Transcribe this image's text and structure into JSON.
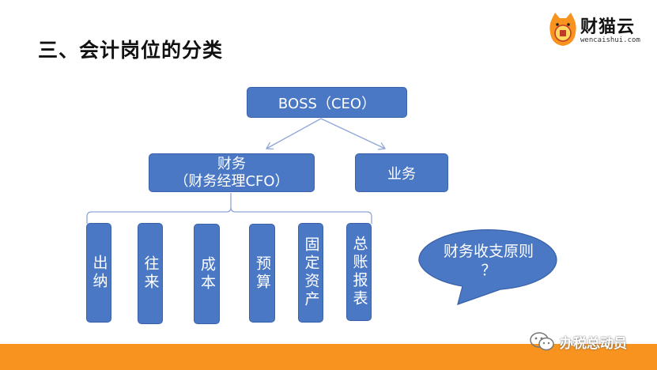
{
  "title": "三、会计岗位的分类",
  "logo": {
    "name": "财猫云",
    "url": "wencaishui.com"
  },
  "boss": "BOSS（CEO）",
  "finance": {
    "line1": "财务",
    "line2": "（财务经理CFO）"
  },
  "business": "业务",
  "positions": [
    "出纳",
    "往来",
    "成本",
    "预算",
    "固定资产",
    "总账报表"
  ],
  "bubble": {
    "line1": "财务收支原则",
    "line2": "？"
  },
  "watermark": "办税总动员",
  "colors": {
    "box": "#4a78c4",
    "footer": "#f7931e",
    "line": "#8ea6d8"
  }
}
